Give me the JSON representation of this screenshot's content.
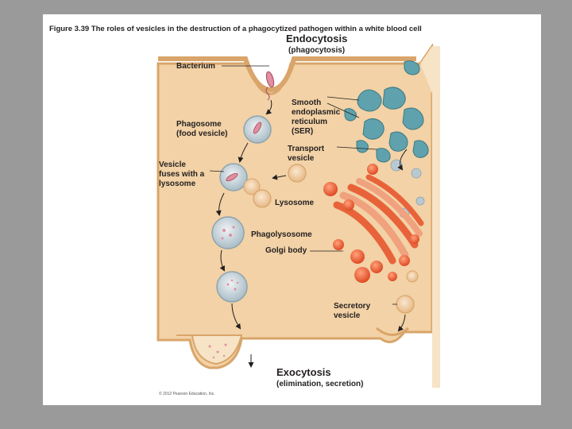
{
  "figure": {
    "title": "Figure 3.39  The roles of vesicles in the destruction of a phagocytized pathogen within a white blood cell",
    "copyright": "© 2012 Pearson Education, Inc."
  },
  "labels": {
    "endocytosis": "Endocytosis",
    "endocytosis_sub": "(phagocytosis)",
    "bacterium": "Bacterium",
    "phagosome_1": "Phagosome",
    "phagosome_2": "(food vesicle)",
    "vesicle_fuses_1": "Vesicle",
    "vesicle_fuses_2": "fuses with a",
    "vesicle_fuses_3": "lysosome",
    "ser_1": "Smooth",
    "ser_2": "endoplasmic",
    "ser_3": "reticulum",
    "ser_4": "(SER)",
    "transport_1": "Transport",
    "transport_2": "vesicle",
    "lysosome": "Lysosome",
    "phagolysosome": "Phagolysosome",
    "golgi": "Golgi body",
    "secretory_1": "Secretory",
    "secretory_2": "vesicle",
    "exocytosis": "Exocytosis",
    "exocytosis_sub": "(elimination, secretion)"
  },
  "colors": {
    "cytoplasm": "#f2d2a6",
    "membrane": "#d9a56a",
    "ser": "#5fa2ad",
    "golgi": "#e8633a",
    "vesicle": "#b9c9d1",
    "bacterium": "#e08fa0"
  }
}
